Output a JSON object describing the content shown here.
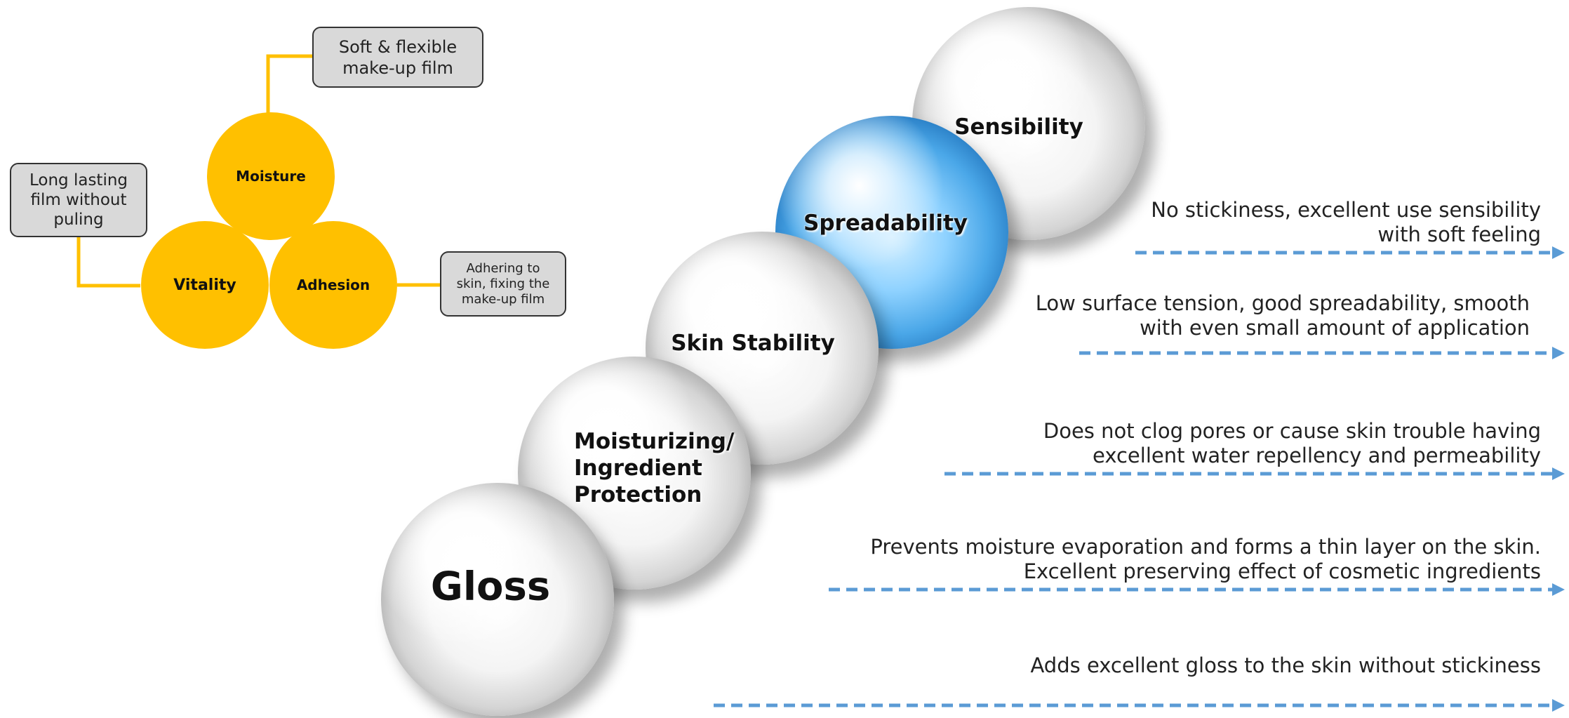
{
  "cluster": {
    "circles": {
      "moisture": "Moisture",
      "vitality": "Vitality",
      "adhesion": "Adhesion"
    },
    "boxes": {
      "top": "Soft & flexible\nmake-up film",
      "left": "Long lasting\nfilm without\npuling",
      "right": "Adhering to\nskin, fixing the\nmake-up film"
    },
    "colors": {
      "circle": "#FFC000",
      "connector": "#FFC000",
      "box_fill": "#d9d9d9"
    }
  },
  "spheres": [
    {
      "label": "Gloss",
      "style": "silver"
    },
    {
      "label": "Moisturizing/\nIngredient\nProtection",
      "style": "silver"
    },
    {
      "label": "Skin Stability",
      "style": "silver"
    },
    {
      "label": "Spreadability",
      "style": "blue"
    },
    {
      "label": "Sensibility",
      "style": "silver"
    }
  ],
  "descriptions": [
    {
      "text": "No stickiness, excellent use sensibility\nwith soft feeling"
    },
    {
      "text": "Low surface tension, good spreadability, smooth\nwith even small amount of application"
    },
    {
      "text": "Does not clog pores or cause skin trouble having\nexcellent water repellency and permeability"
    },
    {
      "text": "Prevents moisture evaporation and forms a thin layer on the skin.\nExcellent preserving effect of cosmetic ingredients"
    },
    {
      "text": "Adds excellent gloss to the skin without stickiness"
    }
  ],
  "arrow_color": "#5B9BD5"
}
